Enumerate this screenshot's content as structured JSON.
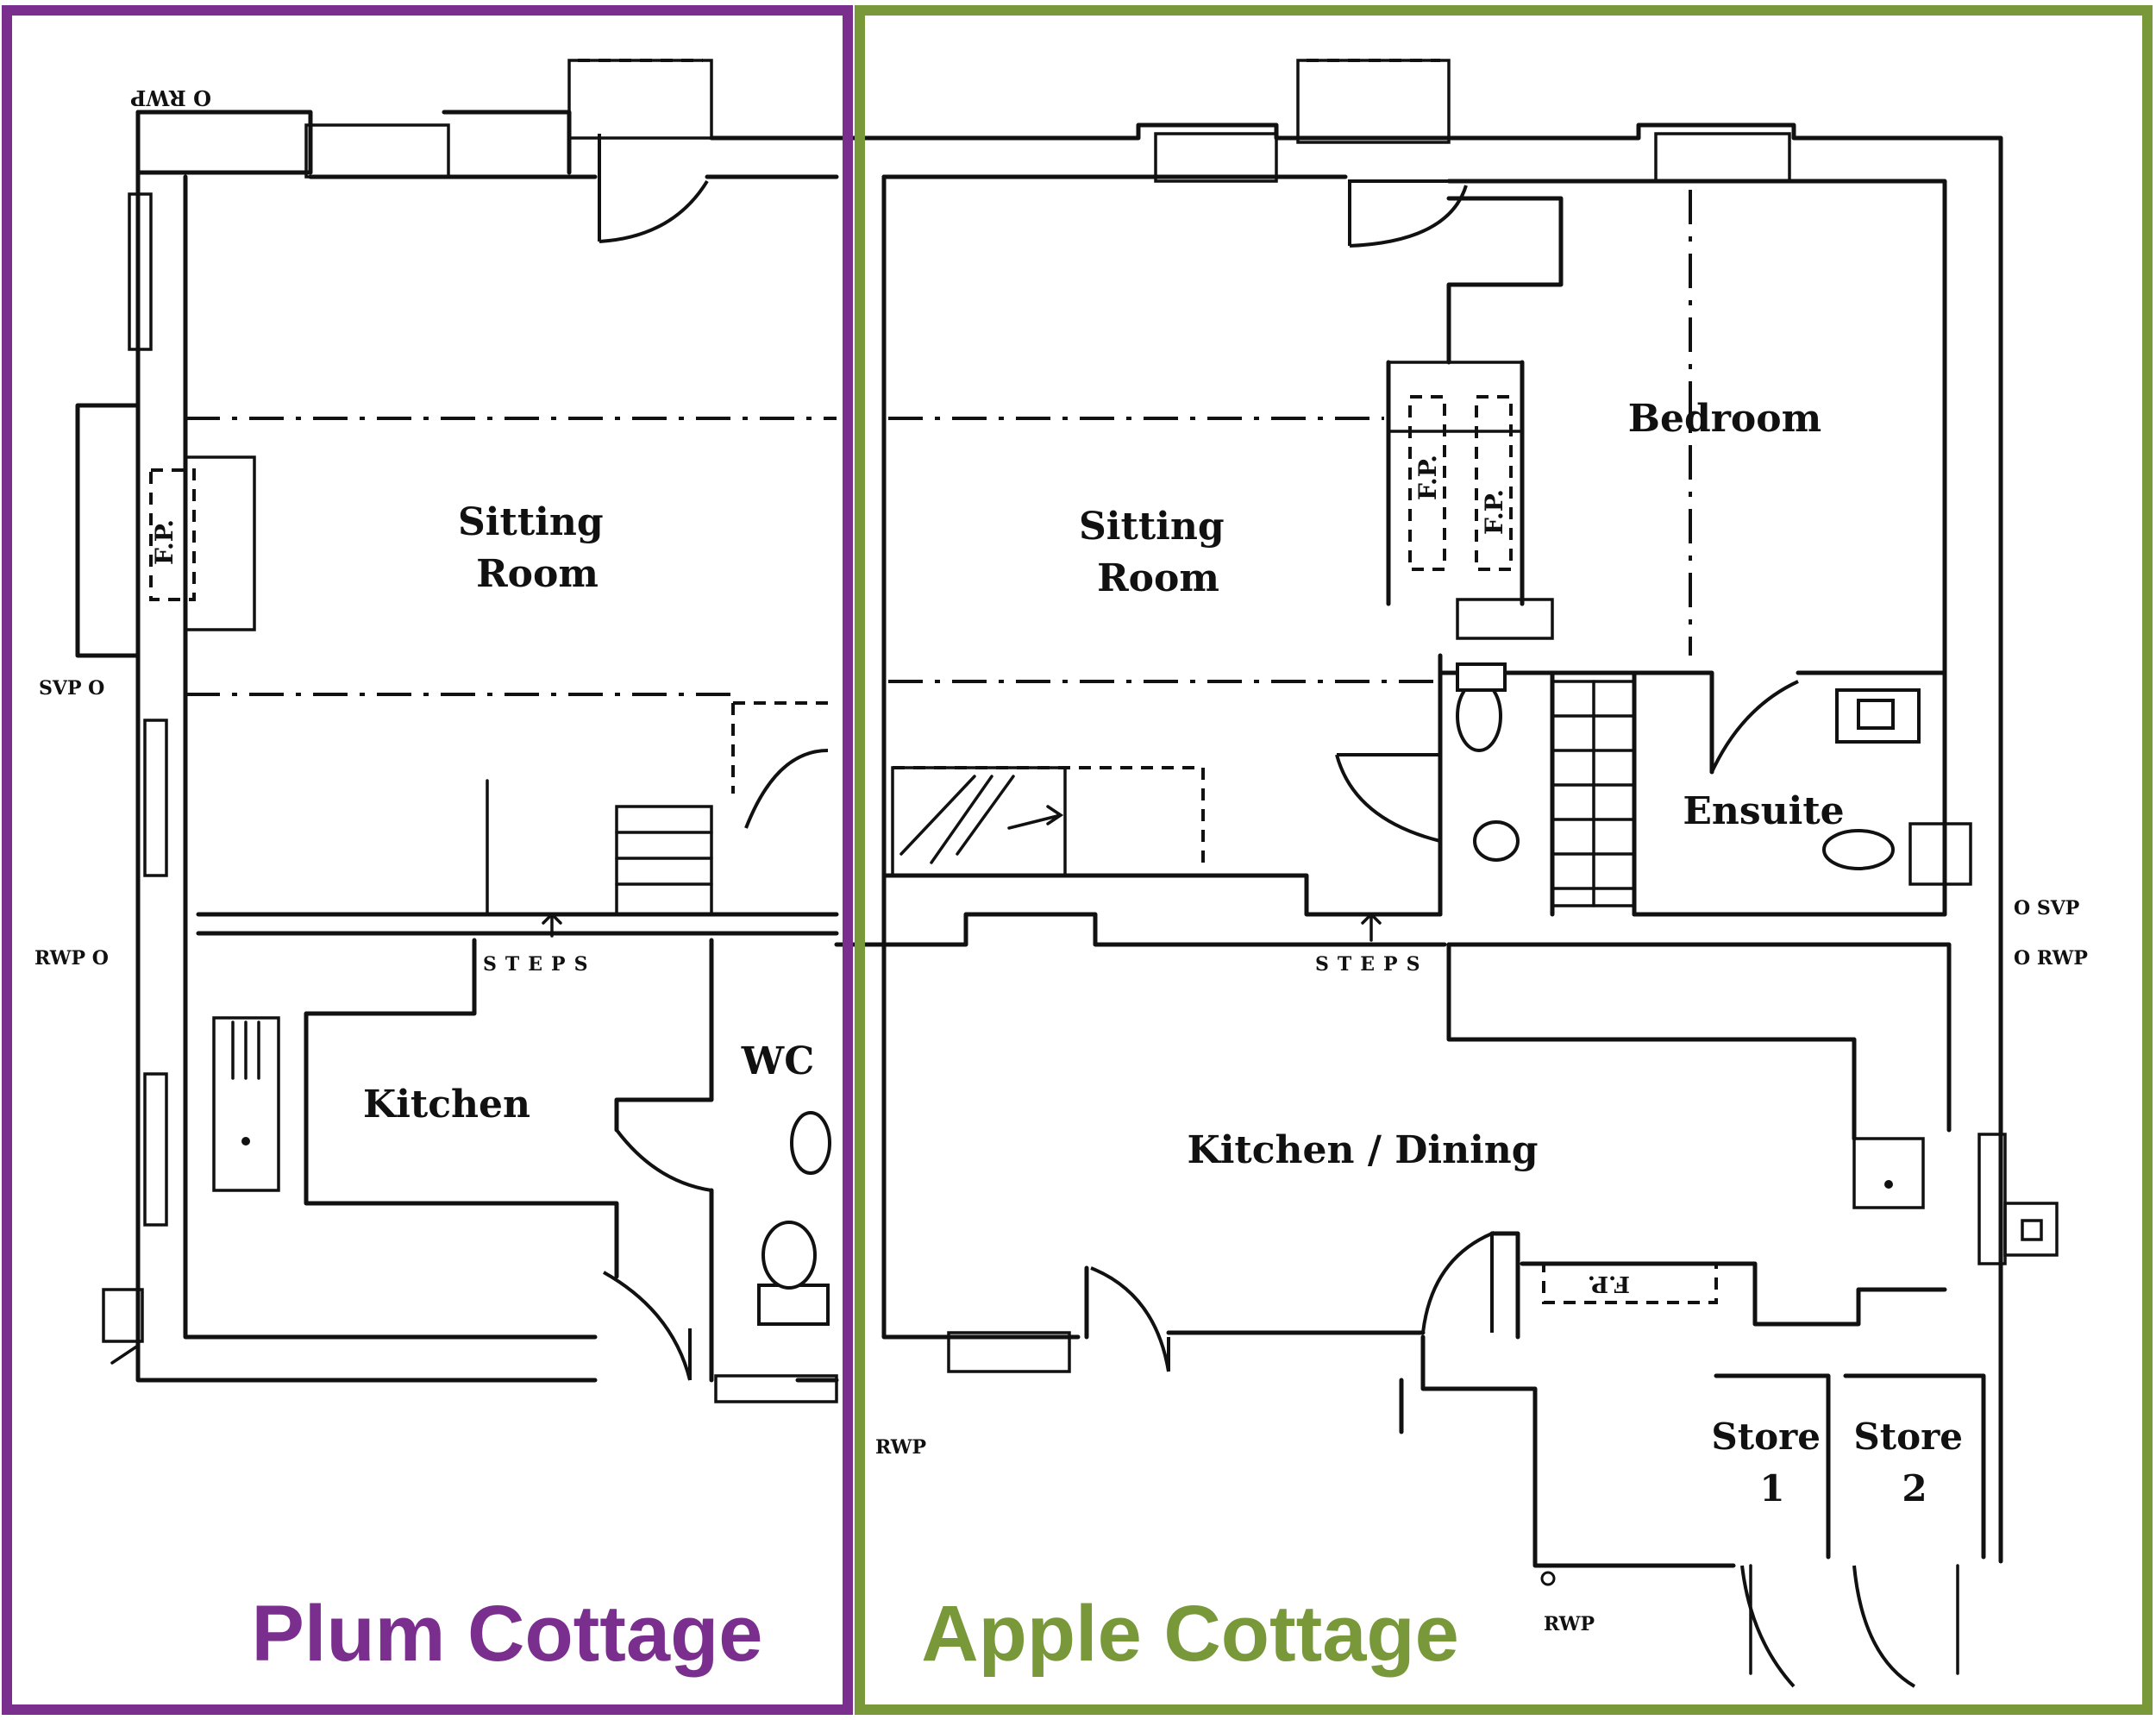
{
  "cottages": [
    {
      "name": "Plum Cottage",
      "color": "#7a2e8e",
      "rooms": {
        "sitting": "Sitting\nRoom",
        "kitchen": "Kitchen",
        "wc": "WC"
      },
      "labels": {
        "fp": "F.P.",
        "steps": "STEPS",
        "rwp_top": "O RWP",
        "svp": "SVP O",
        "rwp_left": "RWP O"
      }
    },
    {
      "name": "Apple Cottage",
      "color": "#78983a",
      "rooms": {
        "sitting": "Sitting\nRoom",
        "bedroom": "Bedroom",
        "ensuite": "Ensuite",
        "kitchen_dining": "Kitchen / Dining",
        "store1": "Store\n1",
        "store2": "Store\n2"
      },
      "labels": {
        "fp": "F.P.",
        "steps": "STEPS",
        "svp_right": "O SVP",
        "rwp_right": "O RWP",
        "rwp_bottom_left": "RWP",
        "rwp_bottom": "RWP"
      }
    }
  ]
}
